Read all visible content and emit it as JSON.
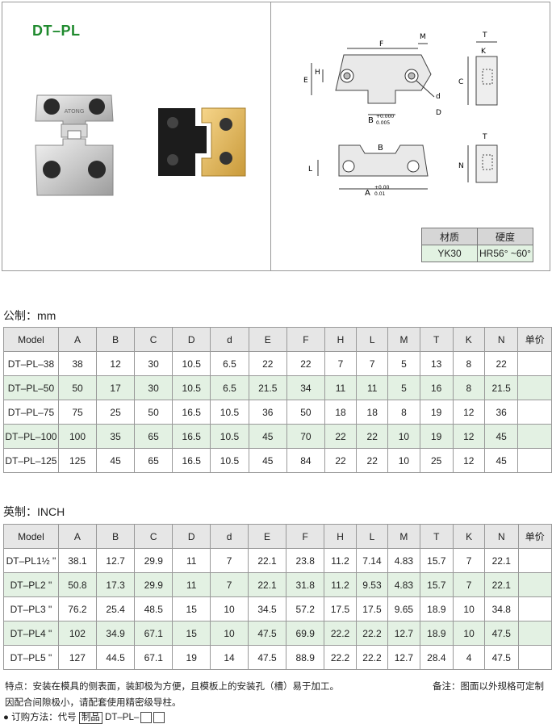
{
  "product": {
    "title": "DT–PL"
  },
  "photo_label": "ATONG",
  "drawing": {
    "F": "F",
    "M": "M",
    "T": "T",
    "K": "K",
    "E": "E",
    "H": "H",
    "C": "C",
    "d": "d",
    "D": "D",
    "B": "B",
    "L": "L",
    "A": "A",
    "N": "N",
    "b_tol_top": "+0.000",
    "b_tol_bot": "0.005",
    "a_tol_top": "+0.00",
    "a_tol_bot": "0.01"
  },
  "material": {
    "headers": [
      "材质",
      "硬度"
    ],
    "values": [
      "YK30",
      "HR56° ~60°"
    ]
  },
  "metric": {
    "title": "公制：mm",
    "headers": [
      "Model",
      "A",
      "B",
      "C",
      "D",
      "d",
      "E",
      "F",
      "H",
      "L",
      "M",
      "T",
      "K",
      "N",
      "单价"
    ],
    "rows": [
      [
        "DT–PL–38",
        "38",
        "12",
        "30",
        "10.5",
        "6.5",
        "22",
        "22",
        "7",
        "7",
        "5",
        "13",
        "8",
        "22",
        ""
      ],
      [
        "DT–PL–50",
        "50",
        "17",
        "30",
        "10.5",
        "6.5",
        "21.5",
        "34",
        "11",
        "11",
        "5",
        "16",
        "8",
        "21.5",
        ""
      ],
      [
        "DT–PL–75",
        "75",
        "25",
        "50",
        "16.5",
        "10.5",
        "36",
        "50",
        "18",
        "18",
        "8",
        "19",
        "12",
        "36",
        ""
      ],
      [
        "DT–PL–100",
        "100",
        "35",
        "65",
        "16.5",
        "10.5",
        "45",
        "70",
        "22",
        "22",
        "10",
        "19",
        "12",
        "45",
        ""
      ],
      [
        "DT–PL–125",
        "125",
        "45",
        "65",
        "16.5",
        "10.5",
        "45",
        "84",
        "22",
        "22",
        "10",
        "25",
        "12",
        "45",
        ""
      ]
    ]
  },
  "inch": {
    "title": "英制：INCH",
    "headers": [
      "Model",
      "A",
      "B",
      "C",
      "D",
      "d",
      "E",
      "F",
      "H",
      "L",
      "M",
      "T",
      "K",
      "N",
      "单价"
    ],
    "rows": [
      [
        "DT–PL1½ \"",
        "38.1",
        "12.7",
        "29.9",
        "11",
        "7",
        "22.1",
        "23.8",
        "11.2",
        "7.14",
        "4.83",
        "15.7",
        "7",
        "22.1",
        ""
      ],
      [
        "DT–PL2 \"",
        "50.8",
        "17.3",
        "29.9",
        "11",
        "7",
        "22.1",
        "31.8",
        "11.2",
        "9.53",
        "4.83",
        "15.7",
        "7",
        "22.1",
        ""
      ],
      [
        "DT–PL3 \"",
        "76.2",
        "25.4",
        "48.5",
        "15",
        "10",
        "34.5",
        "57.2",
        "17.5",
        "17.5",
        "9.65",
        "18.9",
        "10",
        "34.8",
        ""
      ],
      [
        "DT–PL4 \"",
        "102",
        "34.9",
        "67.1",
        "15",
        "10",
        "47.5",
        "69.9",
        "22.2",
        "22.2",
        "12.7",
        "18.9",
        "10",
        "47.5",
        ""
      ],
      [
        "DT–PL5 \"",
        "127",
        "44.5",
        "67.1",
        "19",
        "14",
        "47.5",
        "88.9",
        "22.2",
        "22.2",
        "12.7",
        "28.4",
        "4",
        "47.5",
        ""
      ]
    ]
  },
  "notes": {
    "feature": "特点：安装在模具的侧表面，装卸极为方便，且模板上的安装孔（槽）易于加工。",
    "remark": "备注：图面以外规格可定制",
    "feature2": "因配合间隙极小，请配套使用精密级导柱。",
    "order_prefix": "● 订购方法：代号",
    "order_boxed": "制品",
    "order_code": "DT–PL–"
  }
}
